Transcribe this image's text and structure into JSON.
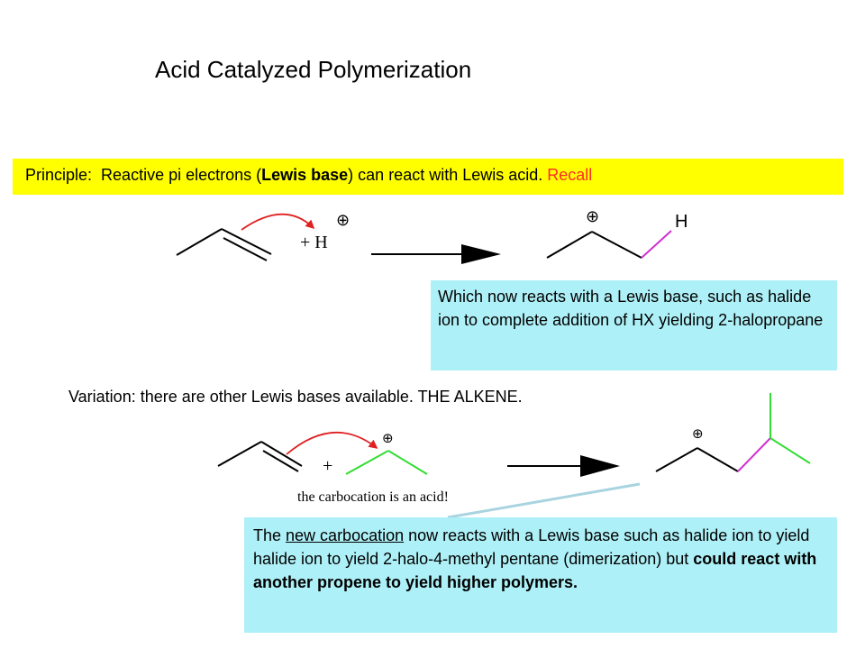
{
  "title": "Acid Catalyzed Polymerization",
  "principle": {
    "label": "Principle:",
    "text_before": "Reactive pi electrons (",
    "bold": "Lewis base",
    "text_after": ") can react with Lewis acid.",
    "recall": "Recall"
  },
  "reaction1": {
    "plus_h": "+ H",
    "product_h": "H",
    "charge_symbol": "⊕"
  },
  "box1": {
    "text": "Which now reacts with a Lewis base, such as halide ion to complete addition of HX yielding 2-halopropane"
  },
  "variation": {
    "text": "Variation: there are other Lewis bases available.  THE ALKENE."
  },
  "reaction2": {
    "plus": "+",
    "annotation": "the carbocation is an acid!",
    "charge_symbol": "⊕"
  },
  "box2": {
    "part1": "The ",
    "underlined": "new carbocation",
    "part2": " now reacts with a Lewis base such as halide ion to yield halide ion to yield 2-halo-4-methyl pentane (dimerization) but ",
    "bold": "could react with another propene to yield higher polymers."
  },
  "colors": {
    "highlight": "#ffff00",
    "box": "#aef0f7",
    "arrow_red": "#e02020",
    "bond_magenta": "#d030d0",
    "bond_green": "#33dd33",
    "pointer": "#a8d4e0"
  }
}
